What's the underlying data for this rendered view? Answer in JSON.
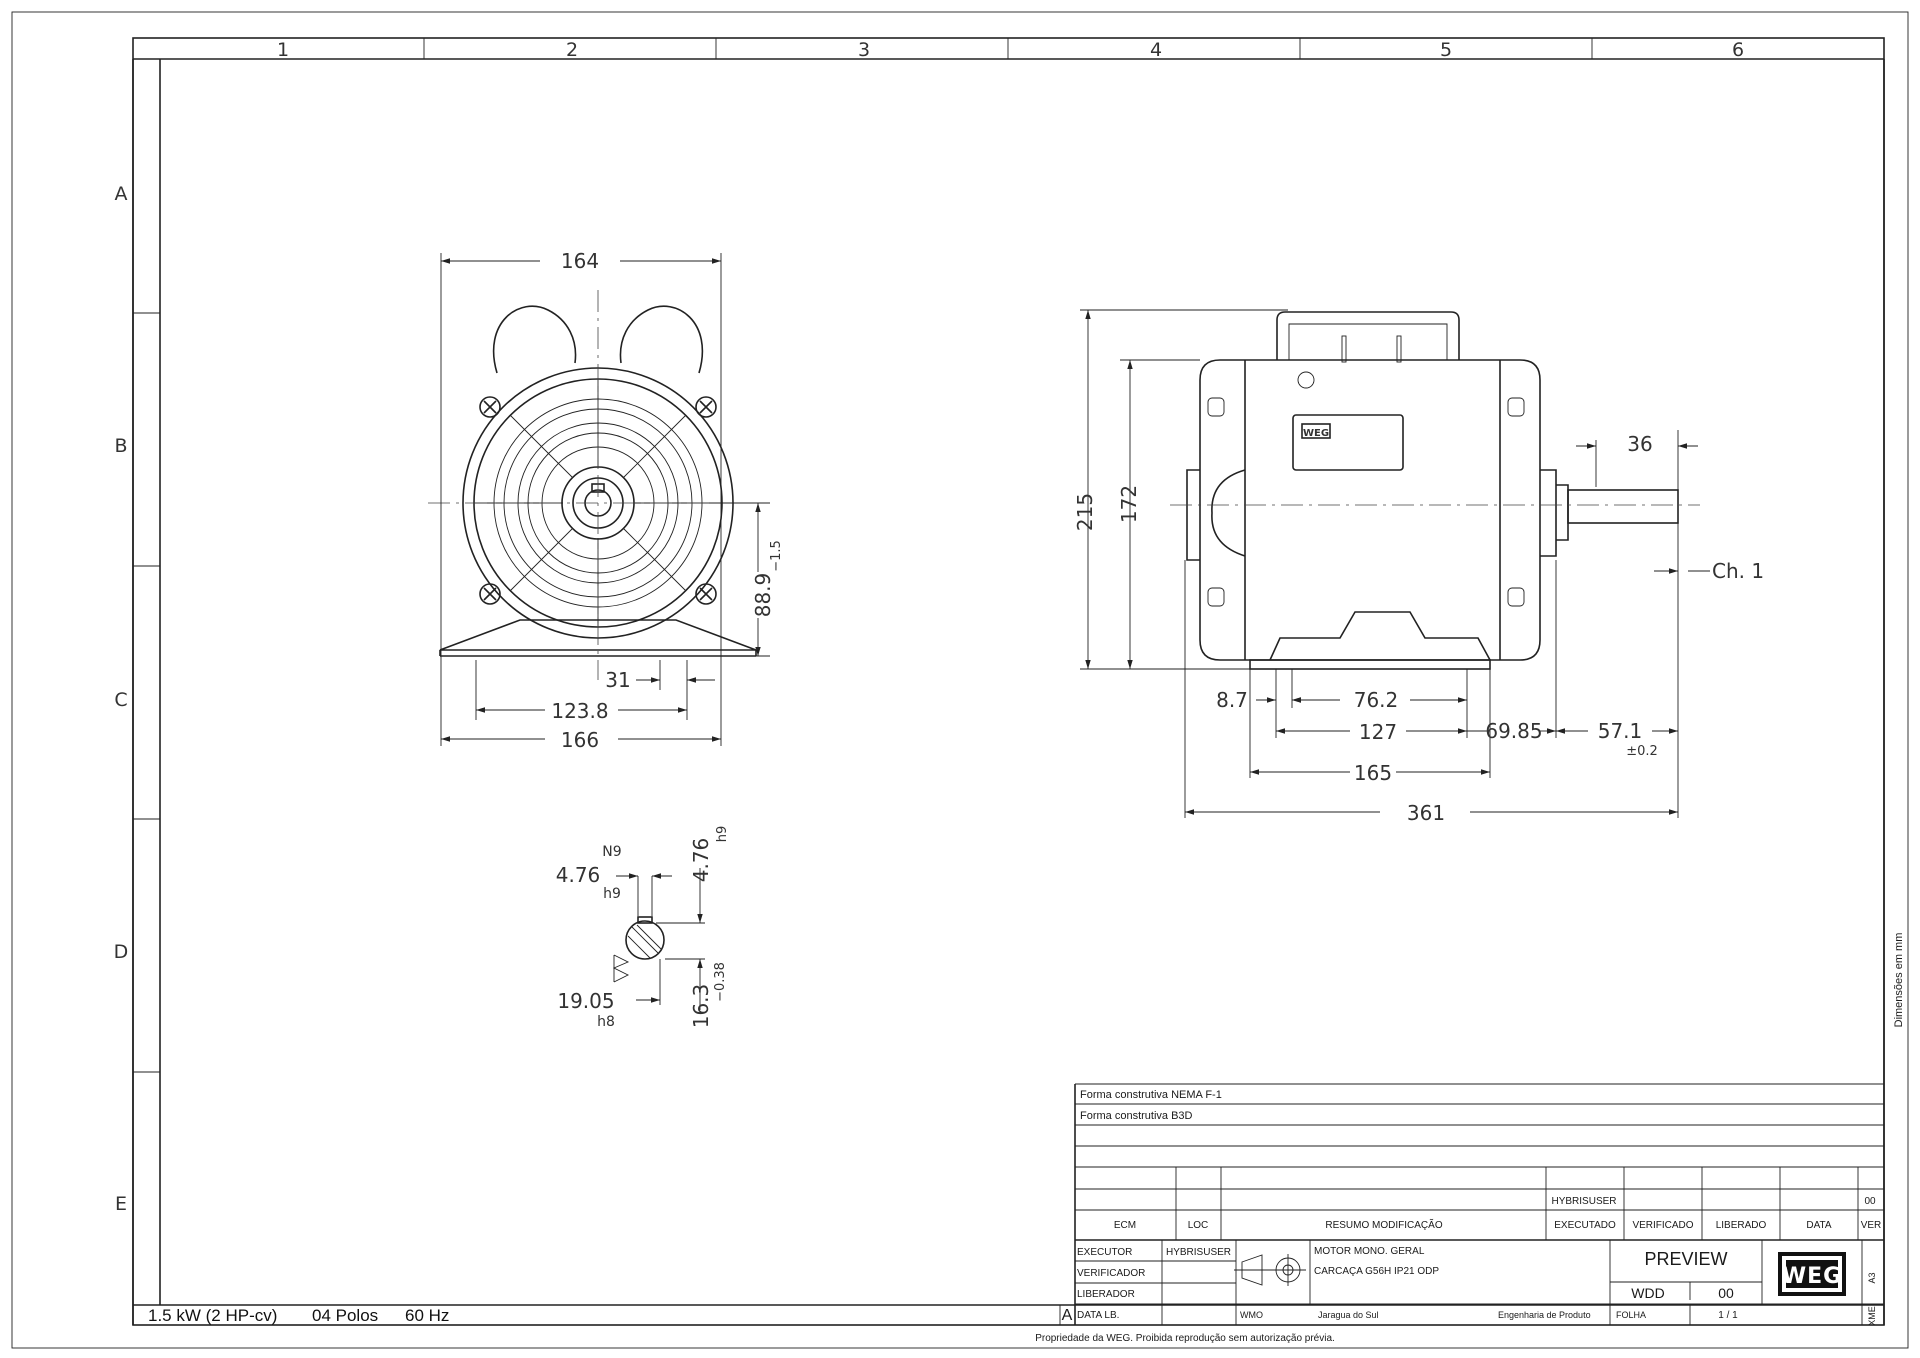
{
  "zones": {
    "columns": [
      "1",
      "2",
      "3",
      "4",
      "5",
      "6"
    ],
    "rows": [
      "A",
      "B",
      "C",
      "D",
      "E"
    ]
  },
  "front_view": {
    "width_top": "164",
    "foot_offset": "31",
    "foot_holes": "123.8",
    "width_base": "166",
    "shaft_height": "88.9",
    "shaft_height_tol": "−1.5"
  },
  "side_view": {
    "total_height": "215",
    "frame_height": "172",
    "shaft_length": "36",
    "chamfer": "Ch. 1",
    "hole_offset": "8.7",
    "hole_spacing": "76.2",
    "foot_length": "127",
    "end_offset": "69.85",
    "shaft_extension": "57.1",
    "shaft_extension_tol": "±0.2",
    "base_length": "165",
    "total_length": "361",
    "logo": "WEG"
  },
  "shaft_detail": {
    "key_fit": "N9",
    "key_width": "4.76",
    "key_width_fit": "h9",
    "key_height": "4.76",
    "key_height_fit": "h9",
    "shaft_diameter": "19.05",
    "shaft_diameter_fit": "h8",
    "key_depth": "16.3",
    "key_depth_tol": "−0.38"
  },
  "side_note": "Dimensões em mm",
  "title_block": {
    "notes": [
      "Forma construtiva NEMA F-1",
      "Forma construtiva B3D"
    ],
    "rev_user": "HYBRISUSER",
    "rev_number": "00",
    "headers": [
      "ECM",
      "LOC",
      "RESUMO MODIFICAÇÃO",
      "EXECUTADO",
      "VERIFICADO",
      "LIBERADO",
      "DATA",
      "VER"
    ],
    "roles": [
      "EXECUTOR",
      "VERIFICADOR",
      "LIBERADOR",
      "DATA LB."
    ],
    "executor_name": "HYBRISUSER",
    "description_1": "MOTOR MONO.  GERAL",
    "description_2": "CARCAÇA G56H IP21 ODP",
    "status": "PREVIEW",
    "code": "WDD",
    "revision": "00",
    "footer_wmo": "WMO",
    "footer_location": "Jaragua do Sul",
    "footer_dept": "Engenharia de Produto",
    "footer_sheet_label": "FOLHA",
    "footer_sheet": "1  /  1",
    "rev_letter": "A",
    "paper_size": "A3",
    "doc_type": "XME",
    "logo": "WEG"
  },
  "spec": {
    "power": "1.5 kW (2 HP-cv)",
    "poles": "04 Polos",
    "frequency": "60 Hz"
  },
  "copyright": "Propriedade da WEG. Proibida reprodução sem autorização prévia."
}
